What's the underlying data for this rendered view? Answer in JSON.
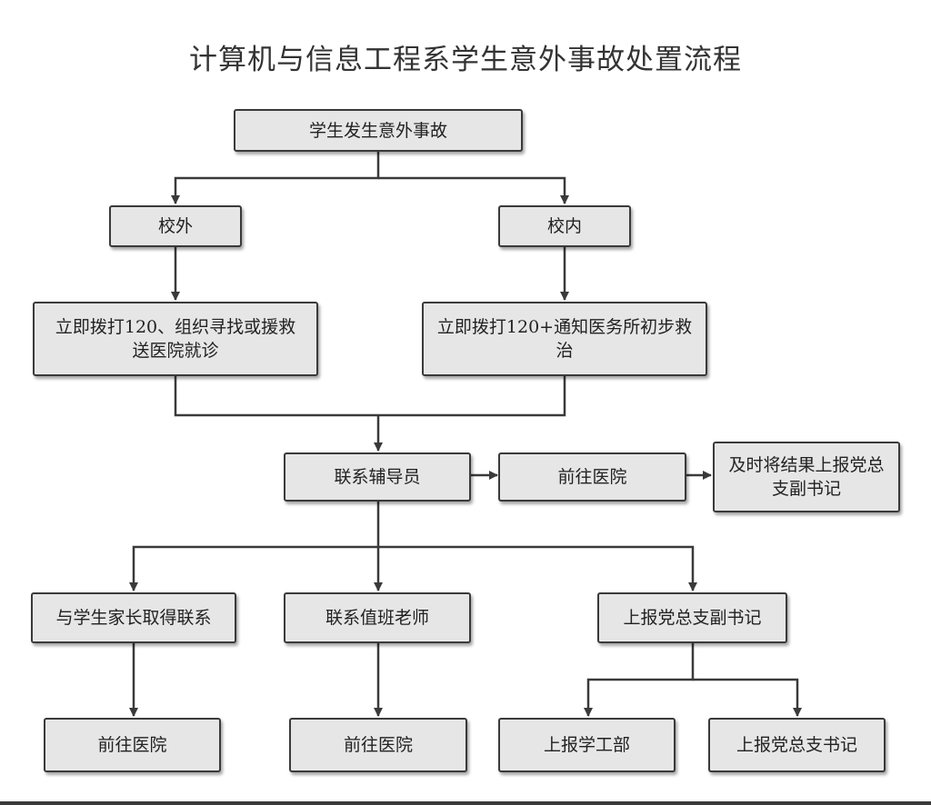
{
  "title": "计算机与信息工程系学生意外事故处置流程",
  "nodes": {
    "accident": "学生发生意外事故",
    "off_campus": "校外",
    "on_campus": "校内",
    "off_campus_action": "立即拨打120、组织寻找或援救送医院就诊",
    "on_campus_action": "立即拨打120+通知医务所初步救治",
    "contact_counselor": "联系辅导员",
    "go_hospital_main": "前往医院",
    "report_result": "及时将结果上报党总支副书记",
    "contact_parents": "与学生家长取得联系",
    "contact_duty_teacher": "联系值班老师",
    "report_deputy_secretary": "上报党总支副书记",
    "go_hospital_parents": "前往医院",
    "go_hospital_duty": "前往医院",
    "report_student_affairs": "上报学工部",
    "report_party_secretary": "上报党总支书记"
  }
}
